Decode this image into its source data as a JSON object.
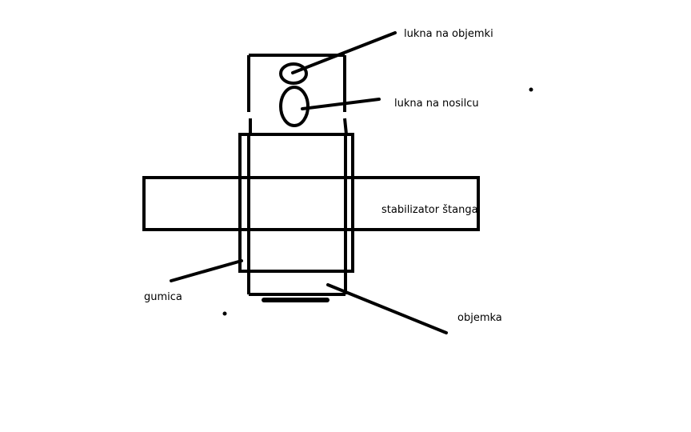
{
  "diagram": {
    "labels": {
      "hole_on_clamp": "lukna na objemki",
      "hole_on_carrier": "lukna na nosilcu",
      "stabilizer_bar": "stabilizator štanga",
      "rubber_bushing": "gumica",
      "clamp": "objemka"
    },
    "colors": {
      "ink": "#000000",
      "background": "#ffffff"
    }
  }
}
